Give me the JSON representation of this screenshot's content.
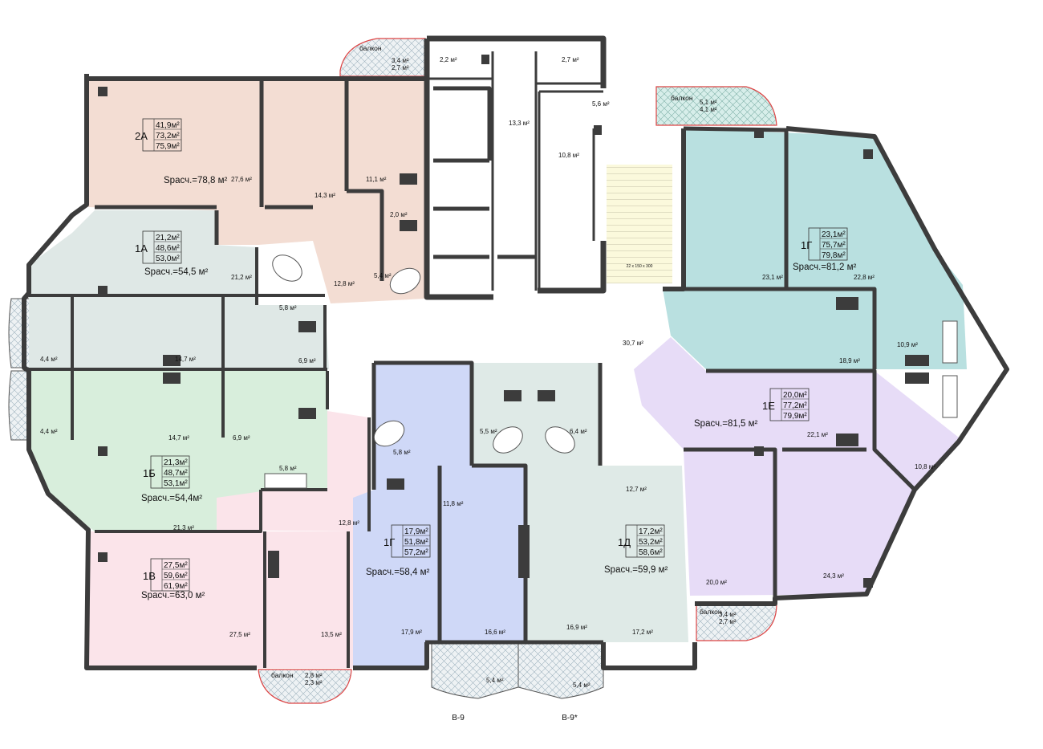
{
  "plan": {
    "colors": {
      "flat_2a": "#f3ddd3",
      "flat_1a": "#dfe8e6",
      "flat_1b": "#d8eedc",
      "flat_1v": "#fbe4ea",
      "flat_1g_center": "#cfd8f7",
      "flat_1d": "#dfeae7",
      "flat_1e": "#e7dcf7",
      "flat_1g_right": "#b9e0e0",
      "core": "#ffffff",
      "stair": "#fbf9dc",
      "wall": "#3c3c3c",
      "balcony": "#e2e9ef"
    },
    "apartments": [
      {
        "id": "2a",
        "code": "2А",
        "a1": "41,9м²",
        "a2": "73,2м²",
        "a3": "75,9м²",
        "s": "Sрасч.=78,8 м²"
      },
      {
        "id": "1a",
        "code": "1А",
        "a1": "21,2м²",
        "a2": "48,6м²",
        "a3": "53,0м²",
        "s": "Sрасч.=54,5 м²"
      },
      {
        "id": "1b",
        "code": "1Б",
        "a1": "21,3м²",
        "a2": "48,7м²",
        "a3": "53,1м²",
        "s": "Sрасч.=54,4м²"
      },
      {
        "id": "1v",
        "code": "1В",
        "a1": "27,5м²",
        "a2": "59,6м²",
        "a3": "61,9м²",
        "s": "Sрасч.=63,0 м²"
      },
      {
        "id": "1g_center",
        "code": "1Г",
        "a1": "17,9м²",
        "a2": "51,8м²",
        "a3": "57,2м²",
        "s": "Sрасч.=58,4 м²"
      },
      {
        "id": "1d",
        "code": "1Д",
        "a1": "17,2м²",
        "a2": "53,2м²",
        "a3": "58,6м²",
        "s": "Sрасч.=59,9 м²"
      },
      {
        "id": "1e",
        "code": "1Е",
        "a1": "20,0м²",
        "a2": "77,2м²",
        "a3": "79,9м²",
        "s": "Sрасч.=81,5 м²"
      },
      {
        "id": "1g_right",
        "code": "1Г",
        "a1": "23,1м²",
        "a2": "75,7м²",
        "a3": "79,8м²",
        "s": "Sрасч.=81,2 м²"
      }
    ],
    "rooms": [
      "27,6 м²",
      "14,3 м²",
      "11,1 м²",
      "2,0 м²",
      "5,4 м²",
      "12,8 м²",
      "21,2 м²",
      "5,8 м²",
      "14,7 м²",
      "6,9 м²",
      "4,4 м²",
      "4,4 м²",
      "14,7 м²",
      "6,9 м²",
      "5,8 м²",
      "21,3 м²",
      "12,8 м²",
      "27,5 м²",
      "13,5 м²",
      "5,8 м²",
      "11,8 м²",
      "17,9 м²",
      "16,6 м²",
      "5,5 м²",
      "6,4 м²",
      "16,9 м²",
      "12,7 м²",
      "17,2 м²",
      "5,4 м²",
      "5,4 м²",
      "30,7 м²",
      "18,9 м²",
      "10,9 м²",
      "22,1 м²",
      "10,8 м²",
      "20,0 м²",
      "24,3 м²",
      "23,1 м²",
      "22,8 м²",
      "13,3 м²",
      "10,8 м²",
      "2,2 м²",
      "2,7 м²",
      "5,6 м²"
    ],
    "balconies": [
      {
        "label": "балкон",
        "a": "3,4 м²",
        "b": "2,7 м²"
      },
      {
        "label": "балкон",
        "a": "5,1 м²",
        "b": "4,1 м²"
      },
      {
        "label": "балкон",
        "a": "3,4 м²",
        "b": "2,7 м²"
      },
      {
        "label": "балкон",
        "a": "2,8 м²",
        "b": "2,3 м²"
      }
    ],
    "section_labels": [
      "В-9",
      "В-9*"
    ],
    "stair_note": "22 x 150 x 300"
  }
}
